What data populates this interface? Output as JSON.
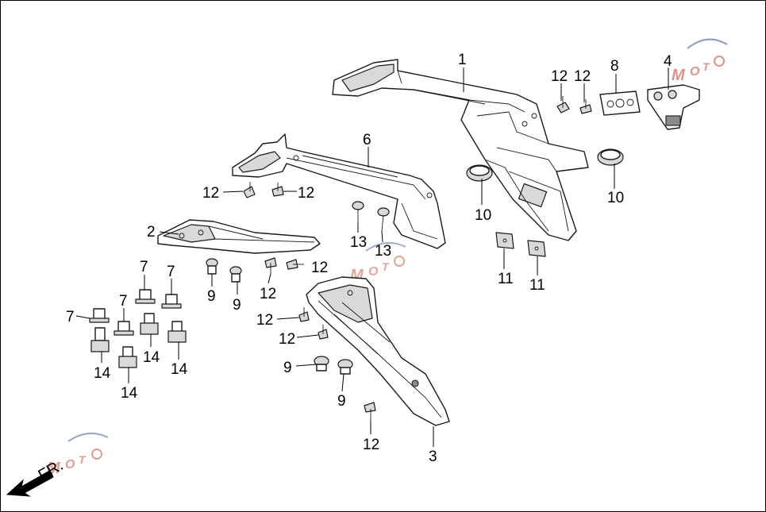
{
  "callouts": {
    "c1": "1",
    "c2": "2",
    "c3": "3",
    "c4": "4",
    "c6": "6",
    "c7a": "7",
    "c7b": "7",
    "c7c": "7",
    "c7d": "7",
    "c8": "8",
    "c9a": "9",
    "c9b": "9",
    "c9c": "9",
    "c9d": "9",
    "c10a": "10",
    "c10b": "10",
    "c11a": "11",
    "c11b": "11",
    "c12a": "12",
    "c12b": "12",
    "c12c": "12",
    "c12d": "12",
    "c12e": "12",
    "c12f": "12",
    "c12g": "12",
    "c12h": "12",
    "c12i": "12",
    "c13a": "13",
    "c13b": "13",
    "c14a": "14",
    "c14b": "14",
    "c14c": "14",
    "c14d": "14"
  },
  "direction": {
    "label": "FR."
  },
  "watermark": {
    "brand": "MOTO",
    "accent": "#c0392b",
    "secondary": "#2b4c8c"
  }
}
